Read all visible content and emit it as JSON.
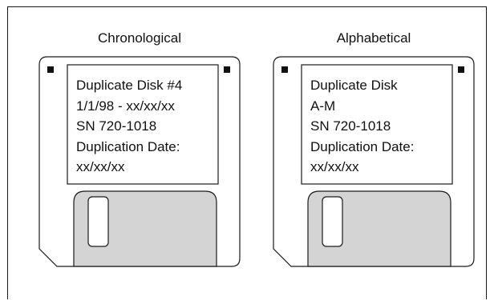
{
  "diagram": {
    "disks": [
      {
        "caption": "Chronological",
        "label_lines": [
          "Duplicate Disk #4",
          "1/1/98 - xx/xx/xx",
          "SN 720-1018",
          "Duplication Date:",
          "xx/xx/xx"
        ]
      },
      {
        "caption": "Alphabetical",
        "label_lines": [
          "Duplicate Disk",
          "A-M",
          "SN 720-1018",
          "Duplication Date:",
          "xx/xx/xx"
        ]
      }
    ],
    "colors": {
      "outline": "#1a1a1a",
      "shutter_fill": "#d4d4d4",
      "background": "#ffffff"
    }
  }
}
